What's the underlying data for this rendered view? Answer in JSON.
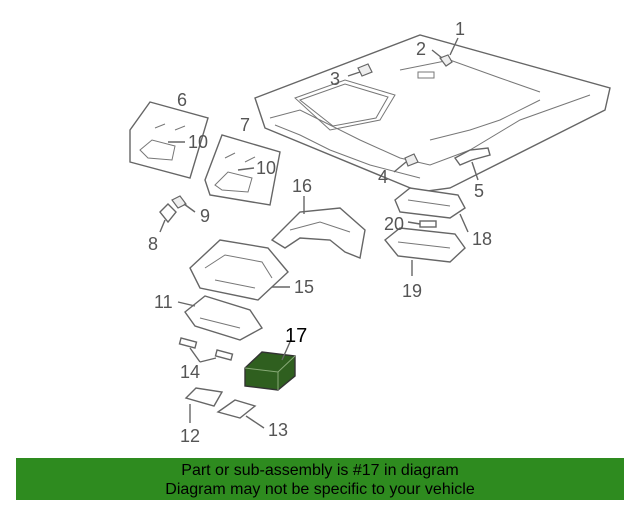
{
  "labels": {
    "p1": "1",
    "p2": "2",
    "p3": "3",
    "p4": "4",
    "p5": "5",
    "p6": "6",
    "p7": "7",
    "p8": "8",
    "p9": "9",
    "p10a": "10",
    "p10b": "10",
    "p11": "11",
    "p12": "12",
    "p13": "13",
    "p14": "14",
    "p15": "15",
    "p16": "16",
    "p17": "17",
    "p18": "18",
    "p19": "19",
    "p20": "20"
  },
  "highlight_part": "17",
  "colors": {
    "banner": "#2e8b1f",
    "highlight_part": "#2f5f1f"
  },
  "banner": {
    "line1": "Part or sub-assembly is #17 in diagram",
    "line2": "Diagram may not be specific to your vehicle"
  }
}
